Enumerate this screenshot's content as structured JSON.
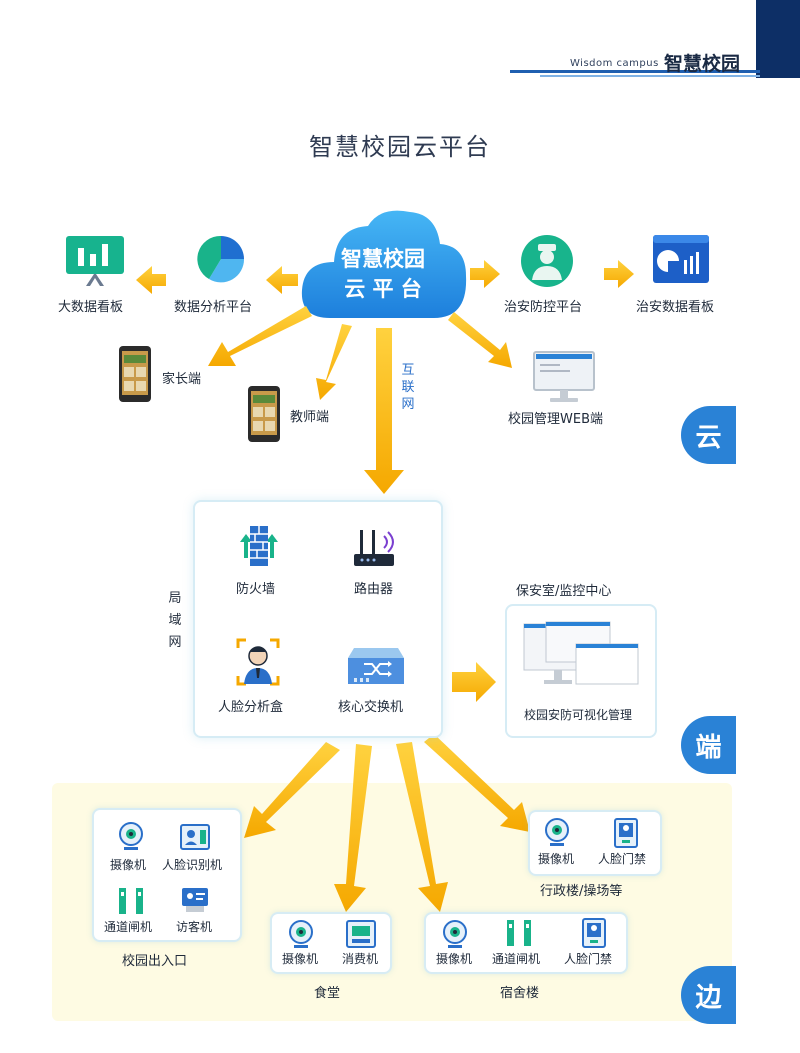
{
  "header": {
    "english": "Wisdom campus",
    "chinese": "智慧校园"
  },
  "title": "智慧校园云平台",
  "cloud": {
    "line1": "智慧校园",
    "line2": "云 平 台"
  },
  "cloud_layer": {
    "big_data_board": "大数据看板",
    "data_analysis": "数据分析平台",
    "security_platform": "治安防控平台",
    "security_board": "治安数据看板",
    "parent_app": "家长端",
    "teacher_app": "教师端",
    "web_admin": "校园管理WEB端",
    "internet": [
      "互",
      "联",
      "网"
    ]
  },
  "sections": {
    "cloud": "云",
    "end": "端",
    "edge": "边"
  },
  "lan": {
    "label": [
      "局",
      "域",
      "网"
    ],
    "firewall": "防火墙",
    "router": "路由器",
    "face_box": "人脸分析盒",
    "core_switch": "核心交换机"
  },
  "security_room": {
    "title": "保安室/监控中心",
    "caption": "校园安防可视化管理"
  },
  "edge": {
    "entrance": {
      "name": "校园出入口",
      "items": [
        "摄像机",
        "人脸识别机",
        "通道闸机",
        "访客机"
      ]
    },
    "canteen": {
      "name": "食堂",
      "items": [
        "摄像机",
        "消费机"
      ]
    },
    "dorm": {
      "name": "宿舍楼",
      "items": [
        "摄像机",
        "通道闸机",
        "人脸门禁"
      ]
    },
    "admin": {
      "name": "行政楼/操场等",
      "items": [
        "摄像机",
        "人脸门禁"
      ]
    }
  },
  "colors": {
    "accent": "#2a82d6",
    "arrow": "#f7b500",
    "cloud": "#2b9be8",
    "header": "#0d2f66"
  }
}
